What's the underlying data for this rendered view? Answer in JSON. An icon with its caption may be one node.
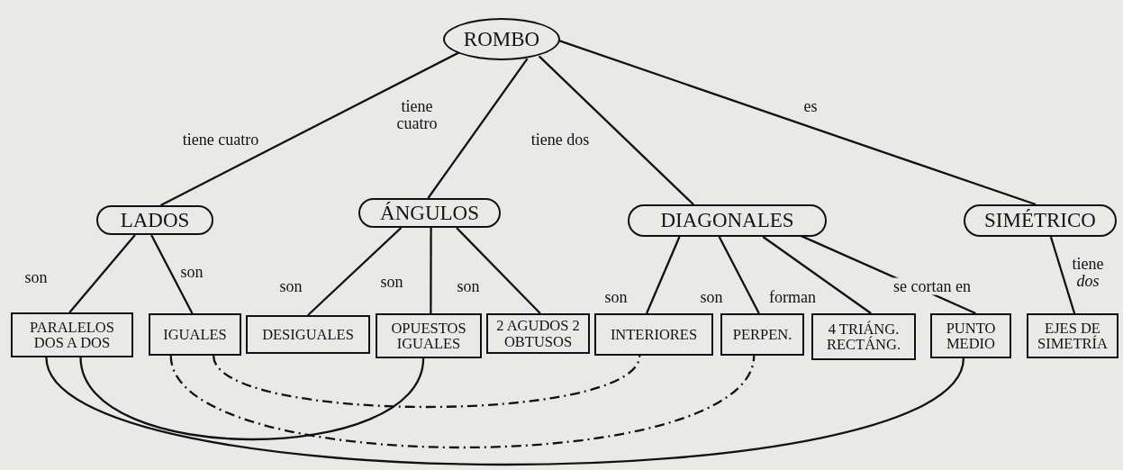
{
  "diagram": {
    "nodes": [
      {
        "text": [
          "ROMBO"
        ]
      },
      {
        "text": [
          "LADOS"
        ]
      },
      {
        "text": [
          "ÁNGULOS"
        ]
      },
      {
        "text": [
          "DIAGONALES"
        ]
      },
      {
        "text": [
          "SIMÉTRICO"
        ]
      },
      {
        "text": [
          "PARALELOS DOS A DOS"
        ]
      },
      {
        "text": [
          "IGUALES"
        ]
      },
      {
        "text": [
          "DESIGUALES"
        ]
      },
      {
        "text": [
          "OPUESTOS IGUALES"
        ]
      },
      {
        "text": [
          "2 AGUDOS 2 OBTUSOS"
        ]
      },
      {
        "text": [
          "INTERIORES"
        ]
      },
      {
        "text": [
          "PERPEN."
        ]
      },
      {
        "text": [
          "4 TRIÁNG. RECTÁNG."
        ]
      },
      {
        "text": [
          "PUNTO MEDIO"
        ]
      },
      {
        "text": [
          "EJES DE SIMETRÍA"
        ]
      }
    ],
    "edges": [
      {
        "from": 0,
        "to": 1,
        "arrow": "none",
        "label": "tiene cuatro"
      },
      {
        "from": 0,
        "to": 2,
        "arrow": "none",
        "label": "tiene cuatro"
      },
      {
        "from": 0,
        "to": 3,
        "arrow": "none",
        "label": "tiene dos"
      },
      {
        "from": 0,
        "to": 4,
        "arrow": "none",
        "label": "es"
      },
      {
        "from": 1,
        "to": 5,
        "arrow": "none",
        "label": "son"
      },
      {
        "from": 1,
        "to": 6,
        "arrow": "none",
        "label": "son"
      },
      {
        "from": 2,
        "to": 7,
        "arrow": "none",
        "label": "son"
      },
      {
        "from": 2,
        "to": 8,
        "arrow": "none",
        "label": "son"
      },
      {
        "from": 2,
        "to": 9,
        "arrow": "none",
        "label": "son"
      },
      {
        "from": 3,
        "to": 10,
        "arrow": "none",
        "label": "son"
      },
      {
        "from": 3,
        "to": 11,
        "arrow": "none",
        "label": "son"
      },
      {
        "from": 3,
        "to": 12,
        "arrow": "none",
        "label": "forman"
      },
      {
        "from": 3,
        "to": 13,
        "arrow": "none",
        "label": "se cortan en"
      },
      {
        "from": 4,
        "to": 14,
        "arrow": "none",
        "label": "tiene *dos*"
      },
      {
        "from": 5,
        "to": 13,
        "arrow": "none"
      },
      {
        "from": 5,
        "to": 8,
        "arrow": "none"
      },
      {
        "from": 6,
        "to": 10,
        "arrow": "none",
        "style": "dashed"
      },
      {
        "from": 6,
        "to": 11,
        "arrow": "none",
        "style": "dashed"
      }
    ]
  }
}
